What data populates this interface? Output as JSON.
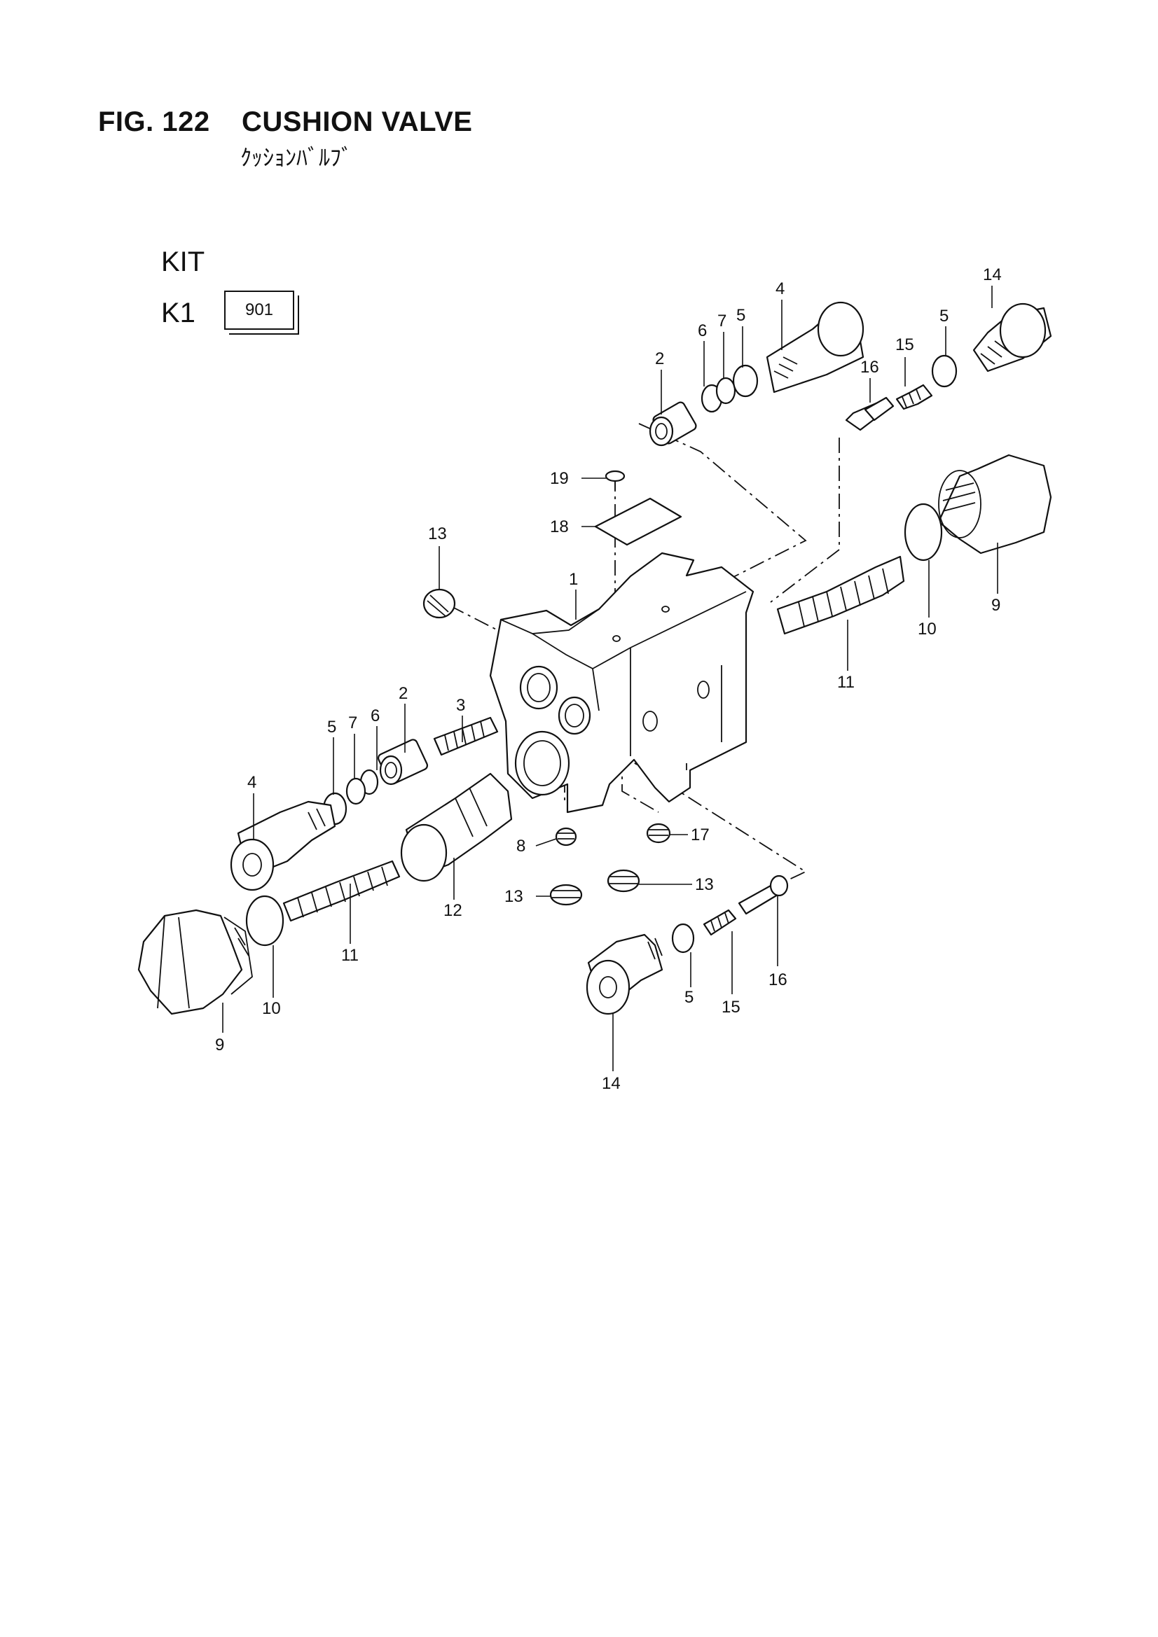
{
  "header": {
    "figure_number": "FIG. 122",
    "title": "CUSHION VALVE",
    "subtitle_jp": "ｸｯｼｮﾝﾊﾞﾙﾌﾞ"
  },
  "kit": {
    "label": "KIT",
    "kit_id": "K1",
    "kit_part_number": "901"
  },
  "callouts": {
    "c1": "1",
    "c2a": "2",
    "c2b": "2",
    "c3": "3",
    "c4a": "4",
    "c4b": "4",
    "c5a": "5",
    "c5b": "5",
    "c5c": "5",
    "c5d": "5",
    "c6a": "6",
    "c6b": "6",
    "c7a": "7",
    "c7b": "7",
    "c8": "8",
    "c9a": "9",
    "c9b": "9",
    "c10a": "10",
    "c10b": "10",
    "c11a": "11",
    "c11b": "11",
    "c12": "12",
    "c13a": "13",
    "c13b": "13",
    "c13c": "13",
    "c14a": "14",
    "c14b": "14",
    "c15a": "15",
    "c15b": "15",
    "c16a": "16",
    "c16b": "16",
    "c17": "17",
    "c18": "18",
    "c19": "19"
  }
}
